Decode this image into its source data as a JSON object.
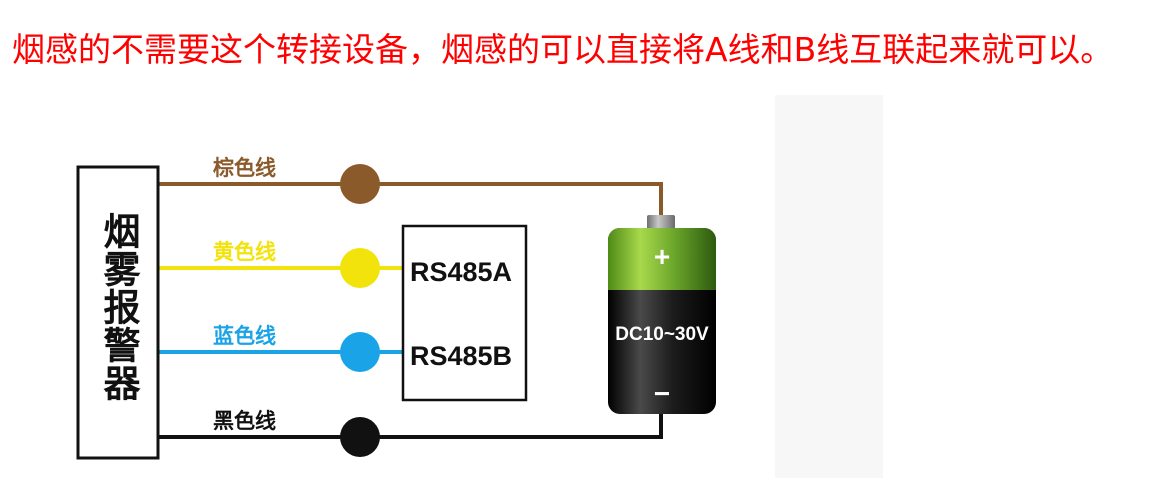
{
  "title": "烟感的不需要这个转接设备，烟感的可以直接将A线和B线互联起来就可以。",
  "device": {
    "label": "烟雾报警器"
  },
  "wires": [
    {
      "label": "棕色线",
      "color": "#8b5a2b"
    },
    {
      "label": "黄色线",
      "color": "#f3e30c"
    },
    {
      "label": "蓝色线",
      "color": "#1aa3e6"
    },
    {
      "label": "黑色线",
      "color": "#111111"
    }
  ],
  "converter": {
    "port_a": "RS485A",
    "port_b": "RS485B"
  },
  "battery": {
    "positive": "+",
    "voltage": "DC10~30V",
    "negative": "−"
  },
  "colors": {
    "title": "#ff0000",
    "panel": "#f7f7f7"
  }
}
